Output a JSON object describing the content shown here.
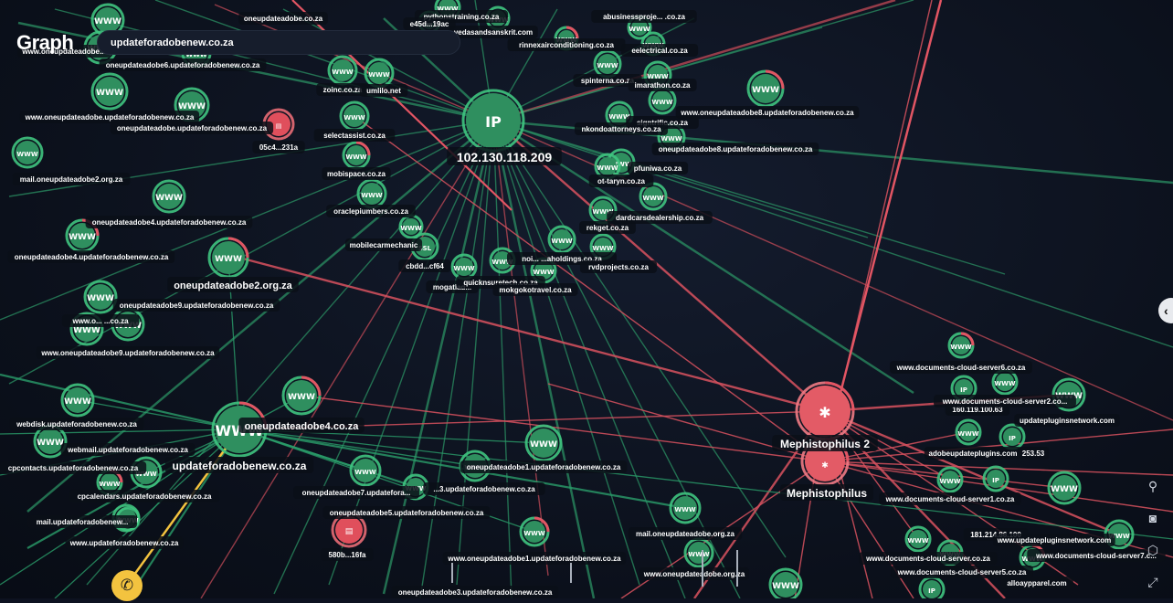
{
  "header": {
    "title": "Graph"
  },
  "search": {
    "value": "updateforadobenew.co.za"
  },
  "colors": {
    "benign": "#2a9d6a",
    "threat": "#e25563",
    "highlight": "#f3c33f",
    "background": "#0d1220"
  },
  "toolbar": {
    "icons": [
      "location-pin-icon",
      "camera-icon",
      "cube-icon",
      "expand-icon"
    ]
  },
  "main_nodes": [
    {
      "id": "ip_main",
      "kind": "ip",
      "icon": "IP",
      "label": "102.130.118.209"
    },
    {
      "id": "malware2",
      "kind": "malware",
      "label": "Mephistophilus 2"
    },
    {
      "id": "malware1",
      "kind": "malware",
      "label": "Mephistophilus"
    },
    {
      "id": "domain_main",
      "kind": "www",
      "icon": "WWW",
      "label": "updateforadobenew.co.za"
    },
    {
      "id": "d_oneupdate2",
      "kind": "www",
      "icon": "WWW",
      "label": "oneupdateadobe2.org.za"
    },
    {
      "id": "d_oneupdate4",
      "kind": "www",
      "icon": "WWW",
      "label": "oneupdateadobe4.co.za"
    }
  ],
  "nodes": [
    {
      "kind": "www",
      "icon": "WWW",
      "label": "oneupdateadobe.co.za"
    },
    {
      "kind": "www",
      "icon": "WWW",
      "label": "pythonstraining.co.za"
    },
    {
      "kind": "www",
      "icon": "WWW",
      "label": "e45d...19ac"
    },
    {
      "kind": "www",
      "icon": "WWW",
      "label": "vedasandsanskrit.com"
    },
    {
      "kind": "www",
      "icon": "WWW",
      "label": "rinnexairconditioning.co.za"
    },
    {
      "kind": "www",
      "icon": "WWW",
      "label": "abusinessproje... .co.za"
    },
    {
      "kind": "www",
      "icon": "WWW",
      "label": "eelectrical.co.za"
    },
    {
      "kind": "www",
      "icon": "WWW",
      "label": "www.oneupdateadobe..."
    },
    {
      "kind": "www",
      "icon": "WWW",
      "label": "oneupdateadobe6.updateforadobenew.co.za"
    },
    {
      "kind": "www",
      "icon": "WWW",
      "label": "zoinc.co.za"
    },
    {
      "kind": "www",
      "icon": "WWW",
      "label": "umlilo.net"
    },
    {
      "kind": "www",
      "icon": "WWW",
      "label": "spinterna.co.za"
    },
    {
      "kind": "www",
      "icon": "WWW",
      "label": "imarathon.co.za"
    },
    {
      "kind": "www",
      "icon": "WWW",
      "label": "www.oneupdateadobe8.updateforadobenew.co.za"
    },
    {
      "kind": "www",
      "icon": "WWW",
      "label": "signtrific.co.za"
    },
    {
      "kind": "www",
      "icon": "WWW",
      "label": "nkondoattorneys.co.za"
    },
    {
      "kind": "www",
      "icon": "WWW",
      "label": "www.oneupdateadobe.updateforadobenew.co.za"
    },
    {
      "kind": "www",
      "icon": "WWW",
      "label": "oneupdateadobe.updateforadobenew.co.za"
    },
    {
      "kind": "file",
      "icon": "FILE",
      "label": "05c4...231a"
    },
    {
      "kind": "www",
      "icon": "WWW",
      "label": "selectassist.co.za"
    },
    {
      "kind": "www",
      "icon": "WWW",
      "label": "oneupdateadobe8.updateforadobenew.co.za"
    },
    {
      "kind": "www",
      "icon": "WWW",
      "label": "pfuniwa.co.za"
    },
    {
      "kind": "www",
      "icon": "WWW",
      "label": "mobispace.co.za"
    },
    {
      "kind": "www",
      "icon": "WWW",
      "label": "mail.oneupdateadobe2.org.za"
    },
    {
      "kind": "www",
      "icon": "WWW",
      "label": "ot-taryn.co.za"
    },
    {
      "kind": "www",
      "icon": "WWW",
      "label": "oraclepiumbers.co.za"
    },
    {
      "kind": "www",
      "icon": "WWW",
      "label": "dardcarsdealership.co.za"
    },
    {
      "kind": "www",
      "icon": "WWW",
      "label": "rekget.co.za"
    },
    {
      "kind": "www",
      "icon": "WWW",
      "label": "oneupdateadobe4.updateforadobenew.co.za"
    },
    {
      "kind": "www",
      "icon": "WWW",
      "label": "mobilecarmechanic"
    },
    {
      "kind": "ssl",
      "icon": "SSL",
      "label": "cbdd...cf64"
    },
    {
      "kind": "www",
      "icon": "WWW",
      "label": "oneupdateadobe4.updateforadobenew.co.za"
    },
    {
      "kind": "www",
      "icon": "WWW",
      "label": "noi... ...aholdings.co.za"
    },
    {
      "kind": "www",
      "icon": "WWW",
      "label": "rvdprojects.co.za"
    },
    {
      "kind": "www",
      "icon": "WWW",
      "label": "mogatlad..."
    },
    {
      "kind": "www",
      "icon": "WWW",
      "label": "quicknsuretech.co.za"
    },
    {
      "kind": "www",
      "icon": "WWW",
      "label": "mokgokotravel.co.za"
    },
    {
      "kind": "www",
      "icon": "WWW",
      "label": "oneupdateadobe9.updateforadobenew.co.za"
    },
    {
      "kind": "www",
      "icon": "WWW",
      "label": "www.o... ...co.za"
    },
    {
      "kind": "www",
      "icon": "WWW",
      "label": "www.oneupdateadobe9.updateforadobenew.co.za"
    },
    {
      "kind": "www",
      "icon": "WWW",
      "label": "www.documents-cloud-server6.co.za"
    },
    {
      "kind": "ip",
      "icon": "IP",
      "label": "160.119.100.63"
    },
    {
      "kind": "www",
      "icon": "WWW",
      "label": "www.documents-cloud-server2.co..."
    },
    {
      "kind": "www",
      "icon": "WWW",
      "label": "updatepluginsnetwork.com"
    },
    {
      "kind": "ip",
      "icon": "IP",
      "label": "253.53"
    },
    {
      "kind": "www",
      "icon": "WWW",
      "label": "adobeupdateplugins.com"
    },
    {
      "kind": "www",
      "icon": "WWW",
      "label": "webdisk.updateforadobenew.co.za"
    },
    {
      "kind": "www",
      "icon": "WWW",
      "label": "webmail.updateforadobenew.co.za"
    },
    {
      "kind": "www",
      "icon": "WWW",
      "label": "cpcontacts.updateforadobenew.co.za"
    },
    {
      "kind": "www",
      "icon": "WWW",
      "label": "cpcalendars.updateforadobenew.co.za"
    },
    {
      "kind": "www",
      "icon": "WWW",
      "label": "mail.updateforadobenew..."
    },
    {
      "kind": "www",
      "icon": "WWW",
      "label": "www.updateforadobenew.co.za"
    },
    {
      "kind": "www",
      "icon": "WWW",
      "label": "oneupdateadobe7.updatefora..."
    },
    {
      "kind": "www",
      "icon": "WWW",
      "label": "oneupdateadobe1.updateforadobenew.co.za"
    },
    {
      "kind": "www",
      "icon": "WWW",
      "label": "...3.updateforadobenew.co.za"
    },
    {
      "kind": "www",
      "icon": "WWW",
      "label": "oneupdateadobe5.updateforadobenew.co.za"
    },
    {
      "kind": "file",
      "icon": "FILE",
      "label": "580b...16fa"
    },
    {
      "kind": "www",
      "icon": "WWW",
      "label": "mail.oneupdateadobe.org.za"
    },
    {
      "kind": "www",
      "icon": "WWW",
      "label": "www.oneupdateadobe1.updateforadobenew.co.za"
    },
    {
      "kind": "www",
      "icon": "WWW",
      "label": "www.oneupdateadobe.org.za"
    },
    {
      "kind": "www",
      "icon": "WWW",
      "label": "oneupdateadobe3.updateforadobenew.co.za"
    },
    {
      "kind": "www",
      "icon": "WWW",
      "label": "www.documents-cloud-server1.co.za"
    },
    {
      "kind": "ip",
      "icon": "IP",
      "label": "181.214.86.100"
    },
    {
      "kind": "www",
      "icon": "WWW",
      "label": "www.updatepluginsnetwork.com"
    },
    {
      "kind": "www",
      "icon": "WWW",
      "label": "www.documents-cloud-server.co.za"
    },
    {
      "kind": "www",
      "icon": "WWW",
      "label": "www.documents-cloud-server5.co.za"
    },
    {
      "kind": "www",
      "icon": "WWW",
      "label": "www.documents-cloud-server7.c..."
    },
    {
      "kind": "www",
      "icon": "WWW",
      "label": "alloaypparel.com"
    },
    {
      "kind": "ip",
      "icon": "IP",
      "label": ""
    }
  ]
}
